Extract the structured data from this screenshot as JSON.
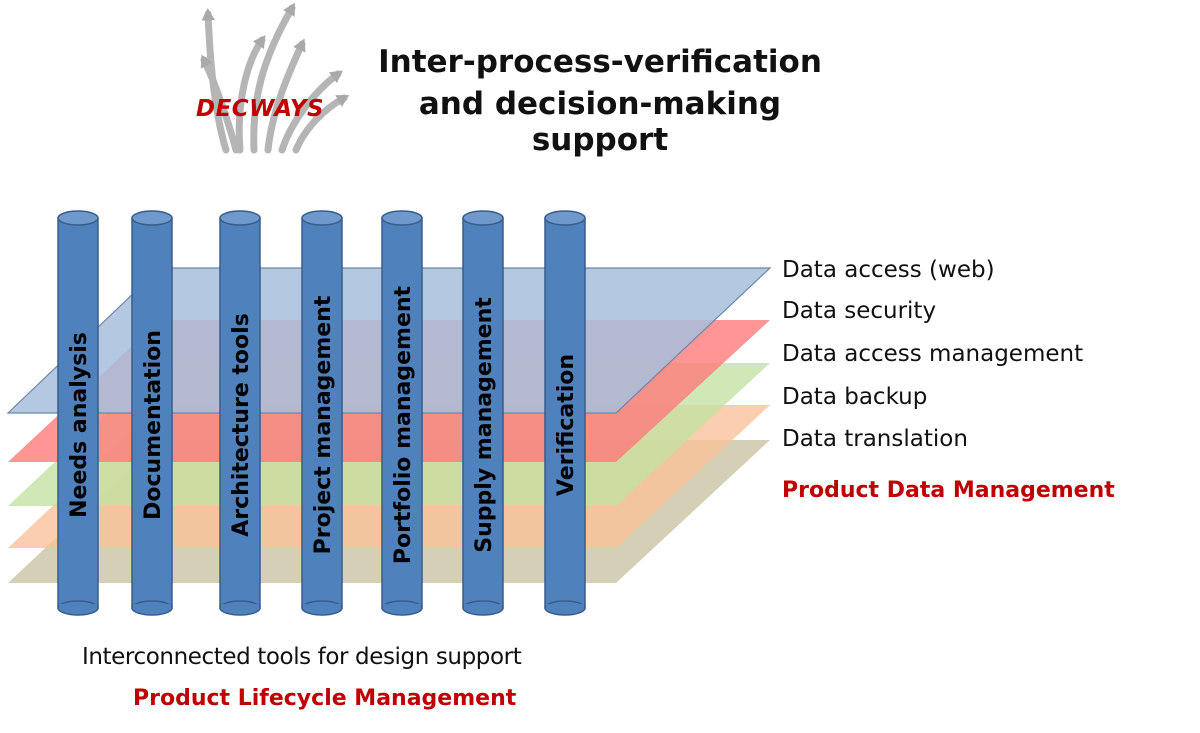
{
  "logo": {
    "text": "DECWAYS"
  },
  "title": {
    "line1": "Inter-process-verification",
    "line2": "and decision-making support"
  },
  "layers": [
    {
      "label": "Data access (web)",
      "color": "#a7bfdc"
    },
    {
      "label": "Data security",
      "color": "#ff7b7b"
    },
    {
      "label": "Data access management",
      "color": "#c3e2a3"
    },
    {
      "label": "Data backup",
      "color": "#f9c29a"
    },
    {
      "label": "Data translation",
      "color": "#c9c3a3"
    }
  ],
  "layers_caption": "Product Data Management",
  "pillars": [
    {
      "label": "Needs analysis"
    },
    {
      "label": "Documentation"
    },
    {
      "label": "Architecture tools"
    },
    {
      "label": "Project management"
    },
    {
      "label": "Portfolio management"
    },
    {
      "label": "Supply management"
    },
    {
      "label": "Verification"
    }
  ],
  "pillars_caption": "Interconnected tools for design support",
  "pillars_footer": "Product Lifecycle Management",
  "colors": {
    "pillar": "#4f81bd",
    "pillar_dark": "#385d8a",
    "accent": "#c00000"
  }
}
